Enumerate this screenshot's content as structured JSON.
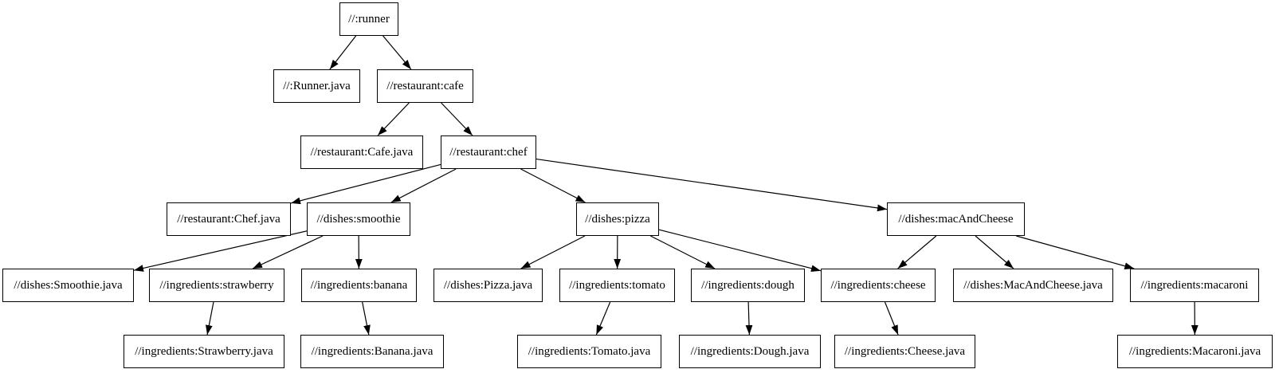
{
  "graph": {
    "type": "dependency-graph",
    "background_color": "#ffffff",
    "node_fill_color": "#ffffff",
    "node_border_color": "#000000",
    "edge_color": "#000000",
    "text_color": "#000000",
    "nodes": [
      {
        "id": "runner",
        "label": "//:runner"
      },
      {
        "id": "runner_java",
        "label": "//:Runner.java"
      },
      {
        "id": "cafe",
        "label": "//restaurant:cafe"
      },
      {
        "id": "cafe_java",
        "label": "//restaurant:Cafe.java"
      },
      {
        "id": "chef",
        "label": "//restaurant:chef"
      },
      {
        "id": "chef_java",
        "label": "//restaurant:Chef.java"
      },
      {
        "id": "smoothie",
        "label": "//dishes:smoothie"
      },
      {
        "id": "pizza",
        "label": "//dishes:pizza"
      },
      {
        "id": "macandcheese",
        "label": "//dishes:macAndCheese"
      },
      {
        "id": "smoothie_java",
        "label": "//dishes:Smoothie.java"
      },
      {
        "id": "strawberry",
        "label": "//ingredients:strawberry"
      },
      {
        "id": "banana",
        "label": "//ingredients:banana"
      },
      {
        "id": "pizza_java",
        "label": "//dishes:Pizza.java"
      },
      {
        "id": "tomato",
        "label": "//ingredients:tomato"
      },
      {
        "id": "dough",
        "label": "//ingredients:dough"
      },
      {
        "id": "cheese",
        "label": "//ingredients:cheese"
      },
      {
        "id": "macandcheese_java",
        "label": "//dishes:MacAndCheese.java"
      },
      {
        "id": "macaroni",
        "label": "//ingredients:macaroni"
      },
      {
        "id": "strawberry_java",
        "label": "//ingredients:Strawberry.java"
      },
      {
        "id": "banana_java",
        "label": "//ingredients:Banana.java"
      },
      {
        "id": "tomato_java",
        "label": "//ingredients:Tomato.java"
      },
      {
        "id": "dough_java",
        "label": "//ingredients:Dough.java"
      },
      {
        "id": "cheese_java",
        "label": "//ingredients:Cheese.java"
      },
      {
        "id": "macaroni_java",
        "label": "//ingredients:Macaroni.java"
      }
    ],
    "edges": [
      {
        "from": "runner",
        "to": "runner_java"
      },
      {
        "from": "runner",
        "to": "cafe"
      },
      {
        "from": "cafe",
        "to": "cafe_java"
      },
      {
        "from": "cafe",
        "to": "chef"
      },
      {
        "from": "chef",
        "to": "chef_java"
      },
      {
        "from": "chef",
        "to": "smoothie"
      },
      {
        "from": "chef",
        "to": "pizza"
      },
      {
        "from": "chef",
        "to": "macandcheese"
      },
      {
        "from": "smoothie",
        "to": "smoothie_java"
      },
      {
        "from": "smoothie",
        "to": "strawberry"
      },
      {
        "from": "smoothie",
        "to": "banana"
      },
      {
        "from": "strawberry",
        "to": "strawberry_java"
      },
      {
        "from": "banana",
        "to": "banana_java"
      },
      {
        "from": "pizza",
        "to": "pizza_java"
      },
      {
        "from": "pizza",
        "to": "tomato"
      },
      {
        "from": "pizza",
        "to": "dough"
      },
      {
        "from": "pizza",
        "to": "cheese"
      },
      {
        "from": "tomato",
        "to": "tomato_java"
      },
      {
        "from": "dough",
        "to": "dough_java"
      },
      {
        "from": "cheese",
        "to": "cheese_java"
      },
      {
        "from": "macandcheese",
        "to": "cheese"
      },
      {
        "from": "macandcheese",
        "to": "macandcheese_java"
      },
      {
        "from": "macandcheese",
        "to": "macaroni"
      },
      {
        "from": "macaroni",
        "to": "macaroni_java"
      }
    ]
  }
}
